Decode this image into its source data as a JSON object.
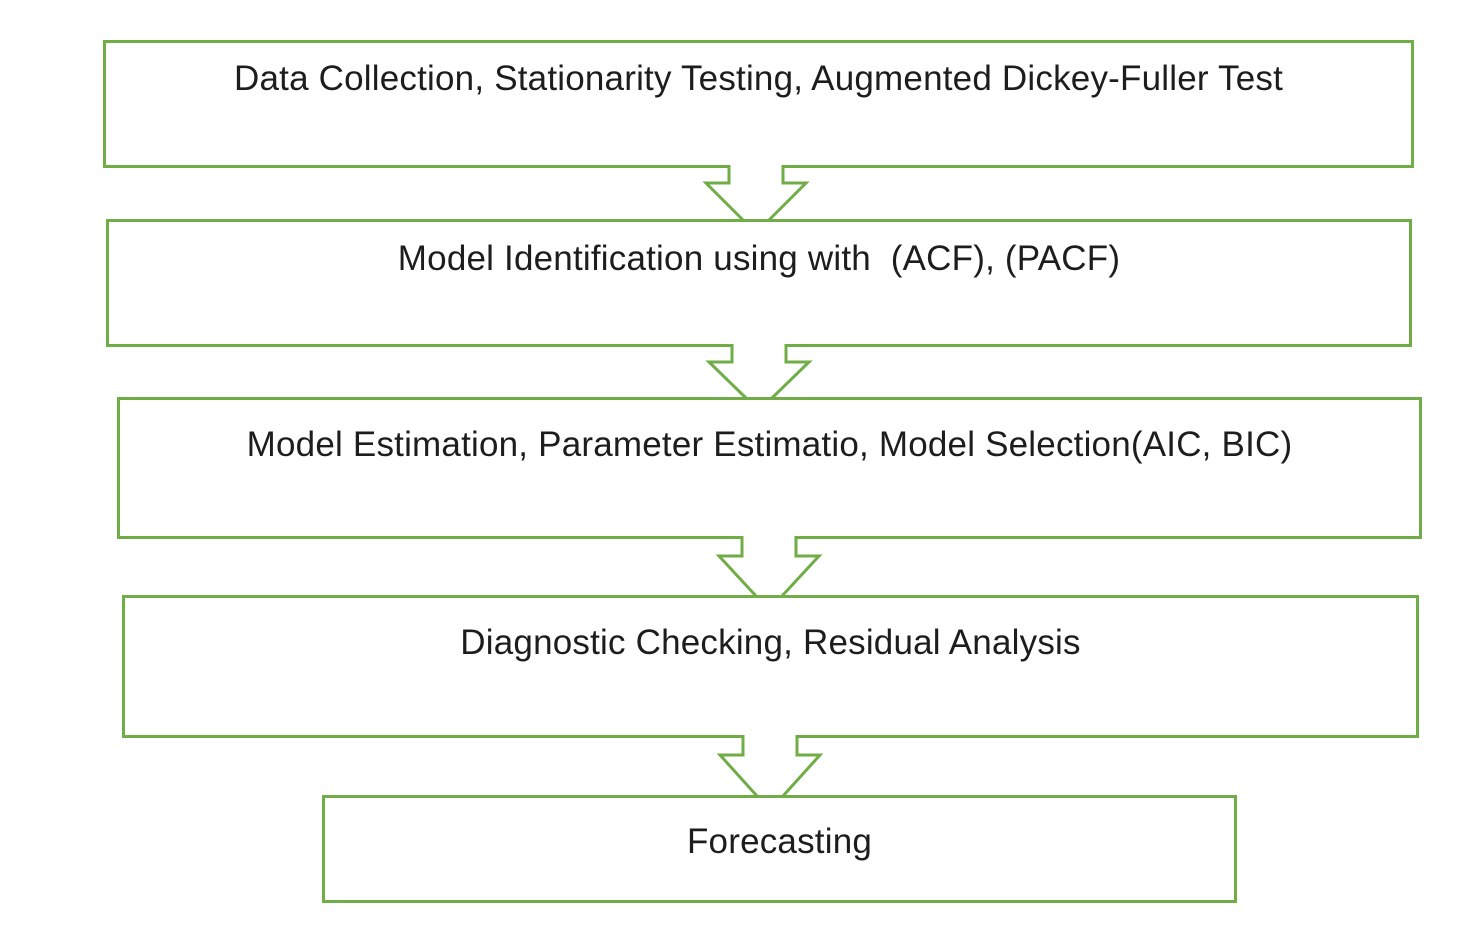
{
  "flowchart": {
    "accent_color": "#70AD47",
    "text_color": "#1d1d1d",
    "steps": [
      {
        "label": "Data Collection, Stationarity Testing, Augmented Dickey-Fuller Test"
      },
      {
        "label": "Model Identification using with  (ACF), (PACF)"
      },
      {
        "label": "Model Estimation, Parameter Estimatio, Model Selection(AIC, BIC)"
      },
      {
        "label": "Diagnostic Checking, Residual Analysis"
      },
      {
        "label": "Forecasting"
      }
    ]
  }
}
